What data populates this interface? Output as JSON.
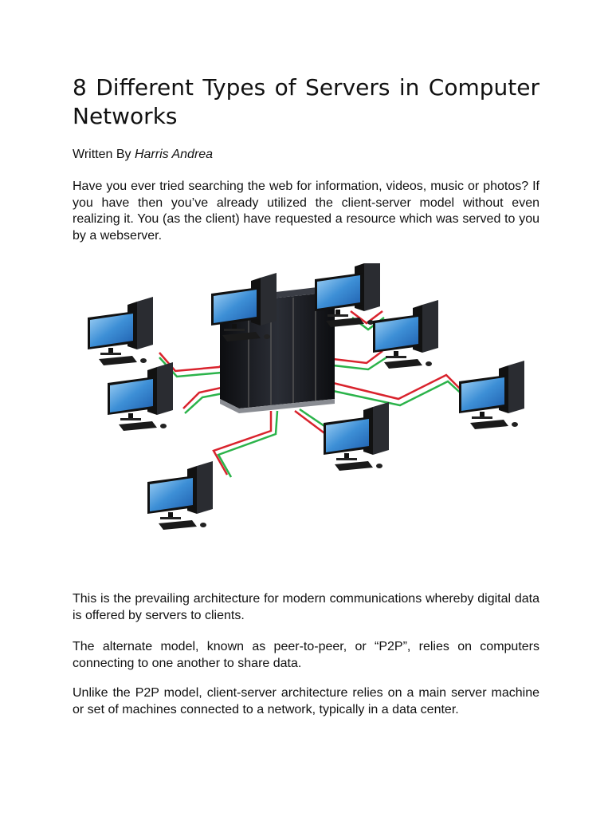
{
  "article": {
    "title": "8 Different Types of Servers in Computer Networks",
    "byline_prefix": "Written By",
    "author": "Harris Andrea",
    "paragraphs": [
      "Have you ever tried searching the web for information, videos, music or photos? If you have then you’ve already utilized the client-server model without even realizing it. You (as the client) have requested a resource which was served to you by a webserver.",
      "This is the prevailing architecture for modern communications whereby digital data is offered by servers to clients.",
      "The alternate model, known as peer-to-peer, or “P2P”, relies on computers connecting to one another to share data.",
      "Unlike the P2P model, client-server architecture relies on a main server machine or set of machines connected to a network, typically in a data center."
    ]
  },
  "figure": {
    "icon": "client-server-network-illustration",
    "colors": {
      "link_red": "#d9232d",
      "link_green": "#2bb34a",
      "rack": "#1b1d22",
      "screen": "#3d8fd6"
    }
  }
}
